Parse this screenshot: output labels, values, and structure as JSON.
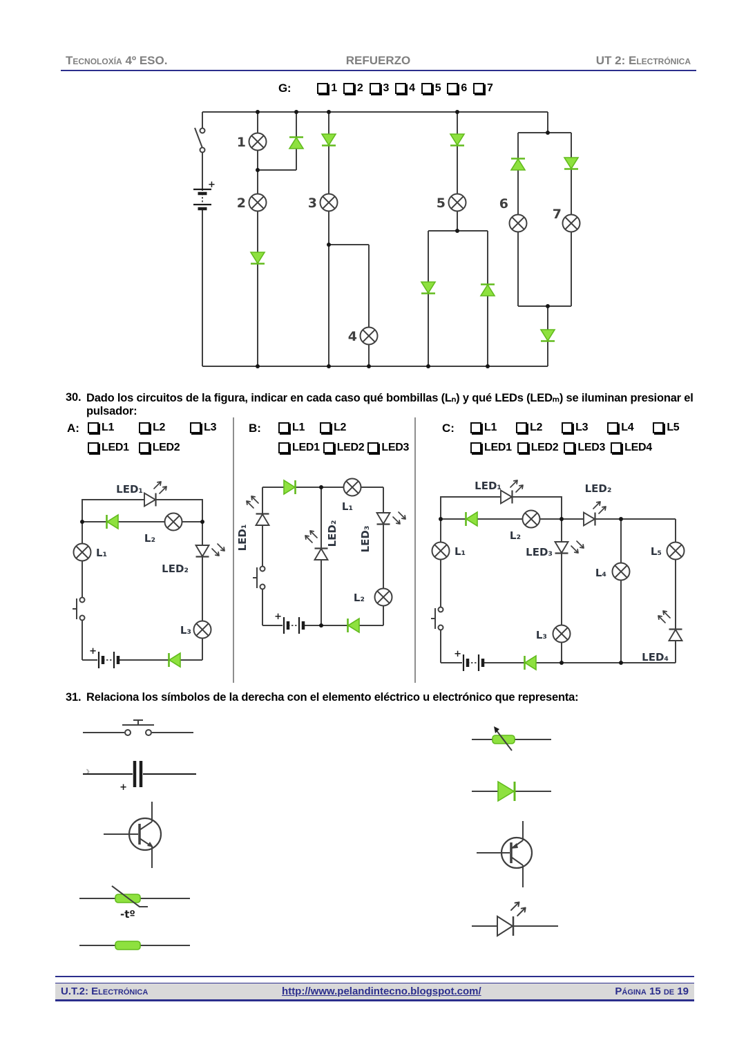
{
  "header": {
    "left": "Tecnoloxía 4º ESO.",
    "center": "REFUERZO",
    "right": "UT 2: Electrónica"
  },
  "g_row": {
    "label": "G:",
    "options": [
      "1",
      "2",
      "3",
      "4",
      "5",
      "6",
      "7"
    ]
  },
  "q30": {
    "number": "30.",
    "text": "Dado los circuitos de la figura, indicar en cada caso qué bombillas (Lₙ) y qué LEDs (LEDₘ) se iluminan presionar el pulsador:"
  },
  "groups": {
    "a": {
      "label": "A:",
      "bulbs": [
        "L1",
        "L2",
        "L3"
      ],
      "leds": [
        "LED1",
        "LED2"
      ]
    },
    "b": {
      "label": "B:",
      "bulbs": [
        "L1",
        "L2"
      ],
      "leds": [
        "LED1",
        "LED2",
        "LED3"
      ]
    },
    "c": {
      "label": "C:",
      "bulbs": [
        "L1",
        "L2",
        "L3",
        "L4",
        "L5"
      ],
      "leds": [
        "LED1",
        "LED2",
        "LED3",
        "LED4"
      ]
    }
  },
  "circuit_g": {
    "bulbs": [
      "1",
      "2",
      "3",
      "4",
      "5",
      "6",
      "7"
    ]
  },
  "circuit_a": {
    "leds": [
      "LED₁",
      "LED₂"
    ],
    "bulbs": [
      "L₁",
      "L₂",
      "L₃"
    ]
  },
  "circuit_b": {
    "leds": [
      "LED₁",
      "LED₂",
      "LED₃"
    ],
    "bulbs": [
      "L₁",
      "L₂"
    ]
  },
  "circuit_c": {
    "leds": [
      "LED₁",
      "LED₂",
      "LED₃",
      "LED₄"
    ],
    "bulbs": [
      "L₁",
      "L₂",
      "L₃",
      "L₄",
      "L₅"
    ]
  },
  "q31": {
    "number": "31.",
    "text": "Relaciona los símbolos de la derecha con el elemento eléctrico u electrónico que representa:"
  },
  "symbols": {
    "plus": "+",
    "thermistor_label": "-tº",
    "stray_mark": "›"
  },
  "footer": {
    "left": "U.T.2: Electrónica",
    "center": "http://www.pelandintecno.blogspot.com/",
    "right": "Página 15 de 19"
  },
  "colors": {
    "accent_green": "#8ee13f",
    "green_stroke": "#62bb1d",
    "navy": "#2b2e8c",
    "line": "#3f3f3f",
    "header_gray": "#7f7f7f"
  }
}
